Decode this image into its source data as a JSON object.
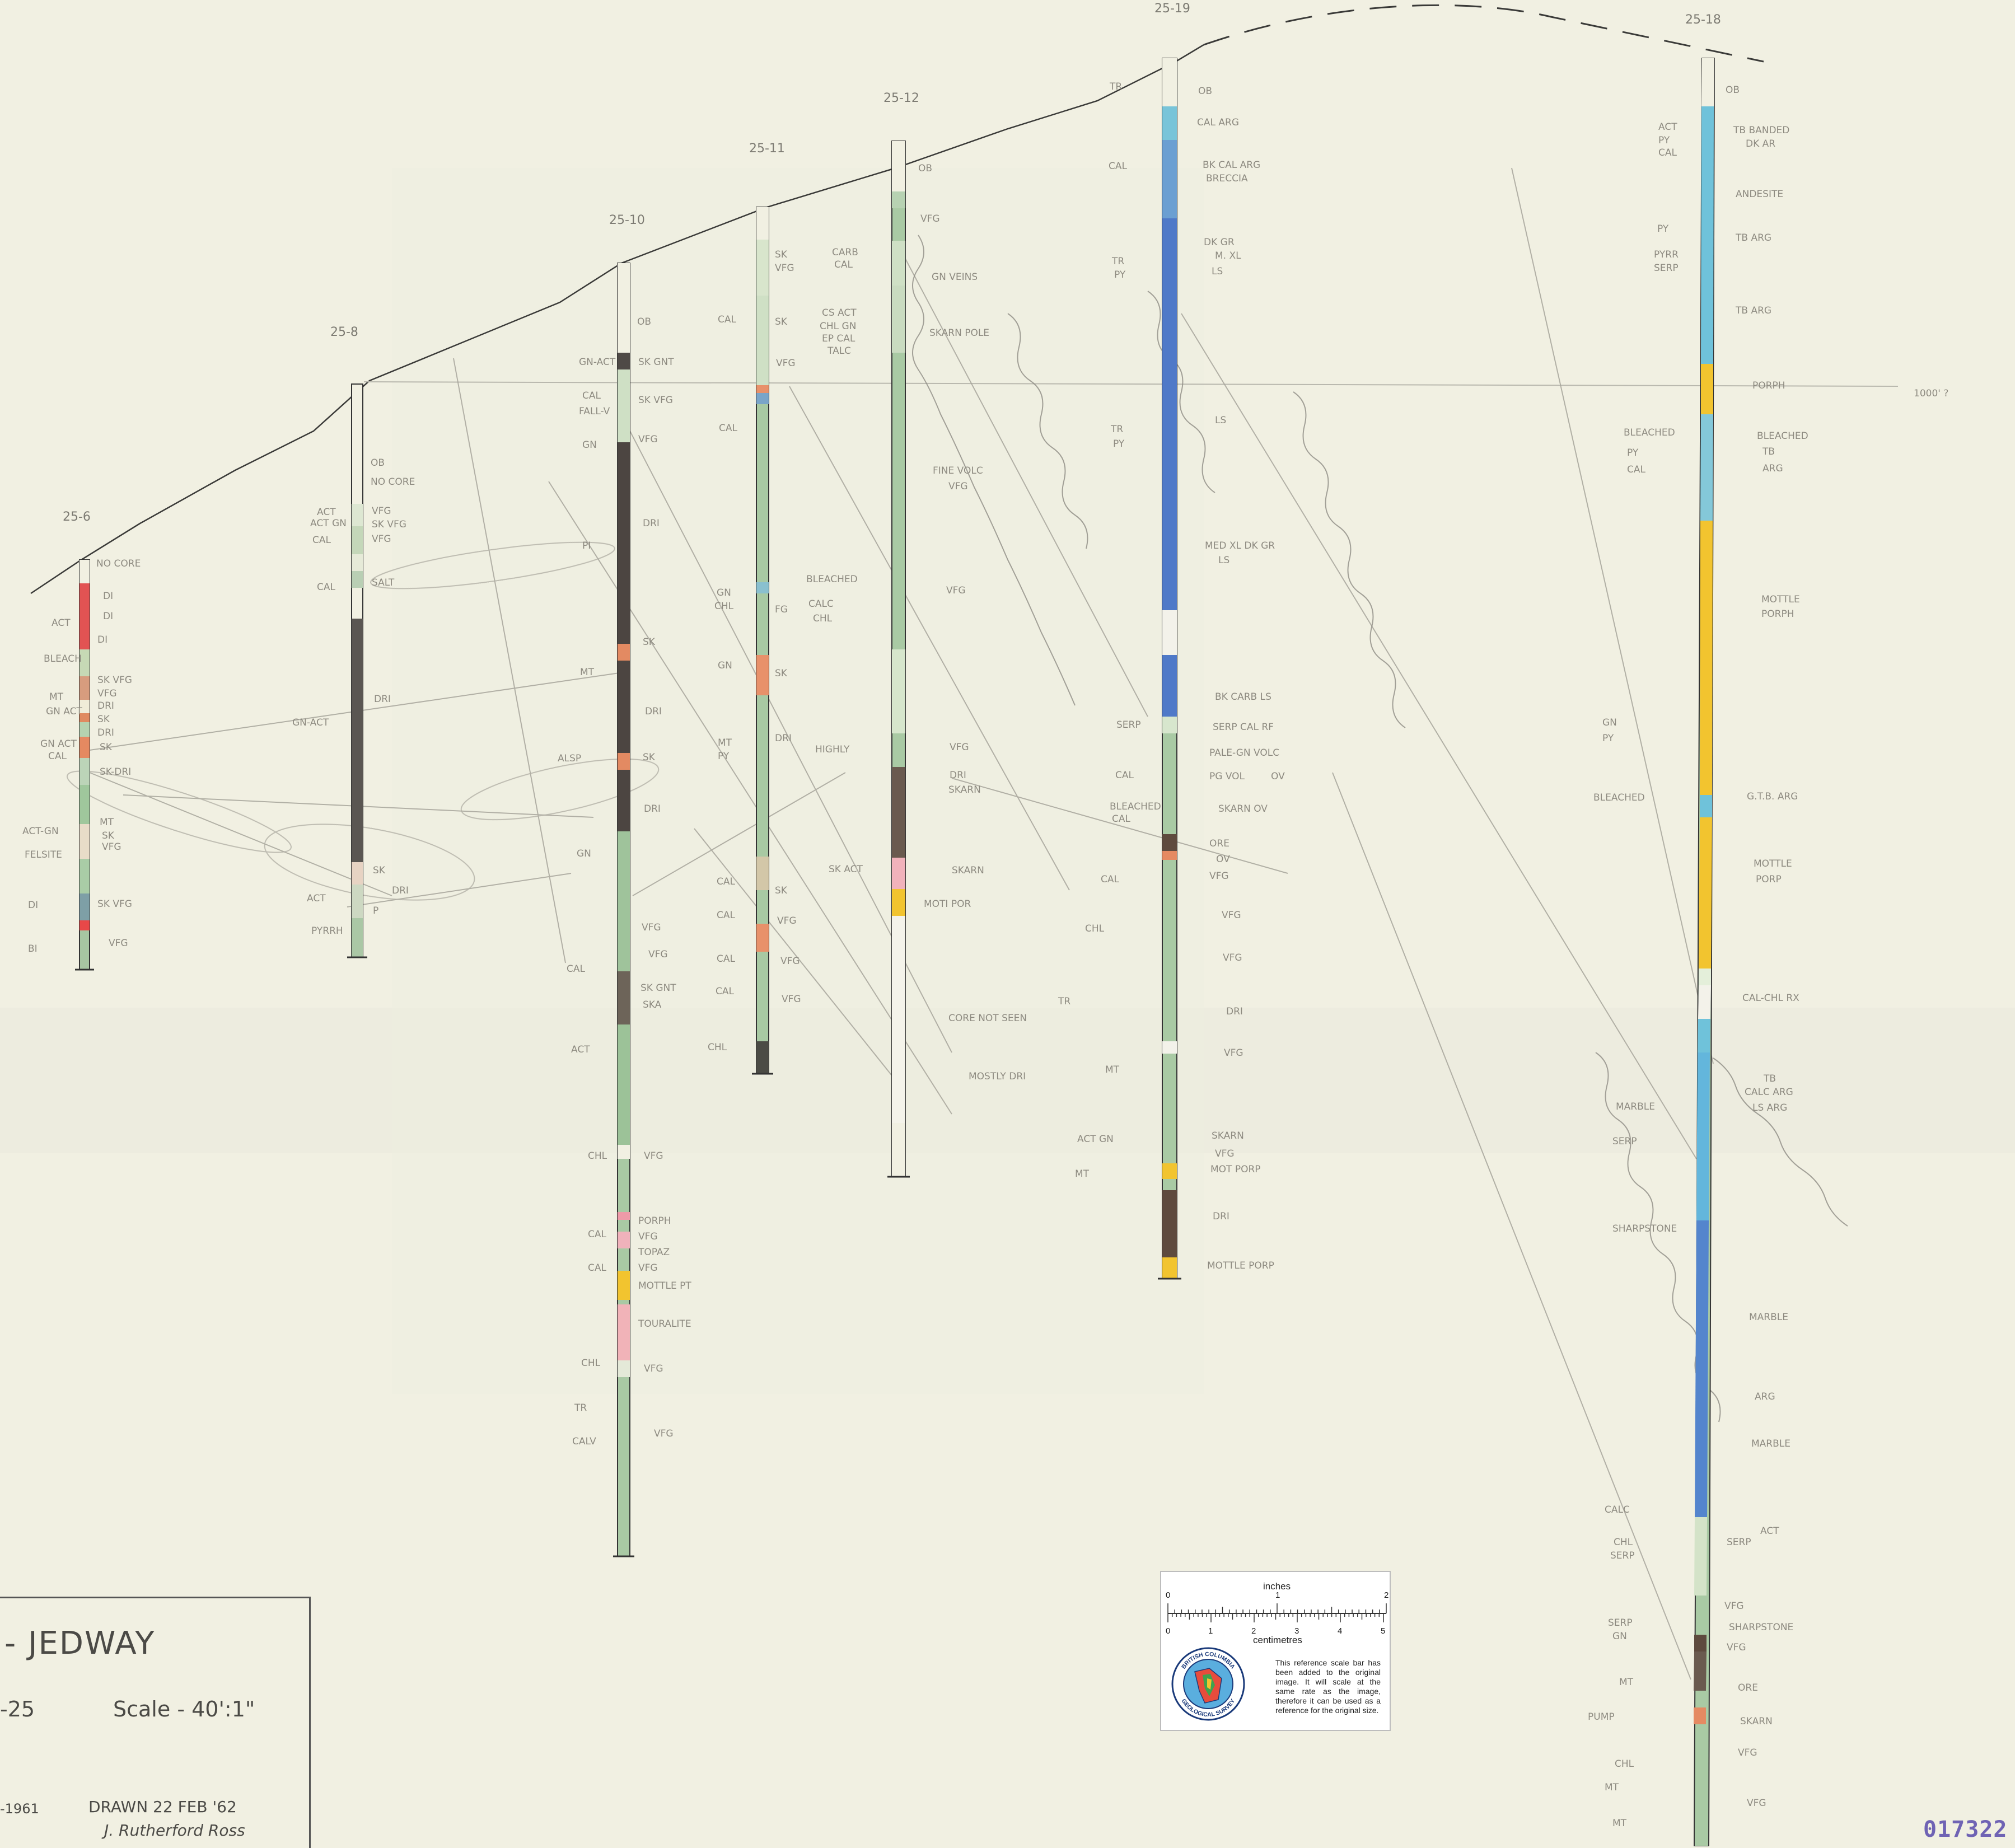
{
  "drawing": {
    "title": "- JEDWAY",
    "sheet": "-25",
    "scale": "Scale - 40':1\"",
    "year": "-1961",
    "drawn": "DRAWN 22 FEB '62",
    "signature": "J. Rutherford Ross",
    "elevation_note": "1000' ?",
    "catalog_number": "017322"
  },
  "holes": [
    {
      "id": "25-6",
      "labels": [
        "NO CORE",
        "DI",
        "DI",
        "DI",
        "SK VFG",
        "VFG",
        "DRI",
        "SK",
        "DRI",
        "SK",
        "SK-DRI",
        "MT",
        "SK",
        "VFG",
        "SK VFG",
        "VFG"
      ]
    },
    {
      "id": "25-8",
      "labels": [
        "OB",
        "NO CORE",
        "VFG",
        "SK VFG",
        "VFG",
        "SALT",
        "DRI",
        "SK",
        "DRI",
        "P"
      ]
    },
    {
      "id": "25-10",
      "labels": [
        "OB",
        "SK GNT",
        "SK VFG",
        "VFG",
        "DRI",
        "SK",
        "DRI",
        "SK",
        "DRI",
        "VFG",
        "VFG",
        "SK GNT",
        "SKA",
        "VFG",
        "PORPH",
        "VFG",
        "TOPAZ",
        "VFG",
        "MOTTLE PT",
        "TOURALITE",
        "VFG",
        "VFG"
      ]
    },
    {
      "id": "25-11",
      "labels": [
        "SK",
        "VFG",
        "SK",
        "VFG",
        "FG",
        "SK",
        "DRI",
        "SK",
        "VFG",
        "VFG",
        "VFG"
      ]
    },
    {
      "id": "25-12",
      "labels": [
        "OB",
        "VFG",
        "GN VEINS",
        "SKARN POLE",
        "FINE VOLC",
        "VFG",
        "VFG",
        "VFG",
        "DRI",
        "SKARN",
        "SKARN",
        "MOTI POR",
        "CORE NOT SEEN",
        "MOSTLY DRI"
      ]
    },
    {
      "id": "25-19",
      "labels": [
        "OB",
        "CAL ARG",
        "BK CAL ARG",
        "BRECCIA",
        "DK GR",
        "M. XL",
        "LS",
        "LS",
        "MED XL DK GR",
        "LS",
        "BK CARB LS",
        "SERP CAL RF",
        "PALE-GN VOLC",
        "PG VOL",
        "OV",
        "SKARN OV",
        "ORE",
        "OV",
        "VFG",
        "VFG",
        "VFG",
        "DRI",
        "VFG",
        "SKARN",
        "VFG",
        "MOT PORP",
        "DRI",
        "MOTTLE PORP"
      ]
    },
    {
      "id": "25-18",
      "labels": [
        "OB",
        "TB BANDED",
        "DK AR",
        "ANDESITE",
        "TB ARG",
        "TB ARG",
        "PORPH",
        "BLEACHED",
        "TB",
        "ARG",
        "MOTTLE",
        "PORPH",
        "G.T.B. ARG",
        "MOTTLE",
        "PORP",
        "CAL-CHL RX",
        "TB",
        "CALC ARG",
        "LS ARG",
        "MARBLE",
        "ARG",
        "MARBLE",
        "SERP",
        "ACT",
        "VFG",
        "SHARPSTONE",
        "VFG",
        "ORE",
        "SKARN",
        "VFG",
        "VFG"
      ]
    }
  ],
  "side_labels": {
    "hole_25_6": [
      "ACT",
      "BLEACH",
      "GN ACT",
      "MT",
      "GN ACT",
      "CAL",
      "ACT-GN",
      "FELSITE",
      "DI",
      "BI"
    ],
    "hole_25_8": [
      "ACT",
      "ACT GN",
      "CAL",
      "CAL",
      "GN-ACT",
      "ACT",
      "PYRRH"
    ],
    "hole_25_10": [
      "GN-ACT",
      "CAL",
      "FALL-V",
      "GN",
      "PI",
      "MT",
      "ALSP",
      "GN",
      "CAL",
      "ACT",
      "CHL",
      "CAL",
      "CAL",
      "CHL",
      "TR",
      "CALV"
    ],
    "hole_25_11": [
      "CAL",
      "CAL",
      "GN",
      "CHL",
      "MT",
      "PY",
      "GN",
      "CAL",
      "CAL",
      "CAL",
      "CAL",
      "CHL"
    ],
    "hole_25_12": [
      "CARB",
      "CAL",
      "CS ACT",
      "CHL GN",
      "EP CAL",
      "TALC",
      "BLEACHED",
      "CALC",
      "CHL",
      "HIGHLY",
      "SK ACT"
    ],
    "hole_25_19": [
      "TR",
      "CAL",
      "TR",
      "PY",
      "TR",
      "PY",
      "SERP",
      "CAL",
      "BLEACHED",
      "CAL",
      "CAL",
      "CHL",
      "TR",
      "MT",
      "ACT GN",
      "MT"
    ],
    "hole_25_18": [
      "ACT",
      "PY",
      "CAL",
      "PY",
      "PYRR",
      "SERP",
      "BLEACHED",
      "PY",
      "CAL",
      "GN",
      "PY",
      "BLEACHED",
      "MARBLE",
      "SERP",
      "SHARPSTONE",
      "CALC",
      "CHL",
      "SERP",
      "SERP",
      "GN",
      "MT",
      "PUMP",
      "CHL",
      "MT",
      "MT"
    ]
  },
  "reference_scale": {
    "units_top": "inches",
    "units_bottom": "centimetres",
    "inch_ticks": [
      "0",
      "1",
      "2"
    ],
    "cm_ticks": [
      "0",
      "1",
      "2",
      "3",
      "4",
      "5"
    ],
    "note": "This reference scale bar has been added to the original image. It will scale at the same rate as the image, therefore it can be used as a reference for the original size.",
    "logo_text_top": "BRITISH COLUMBIA",
    "logo_text_bottom": "GEOLOGICAL SURVEY"
  }
}
